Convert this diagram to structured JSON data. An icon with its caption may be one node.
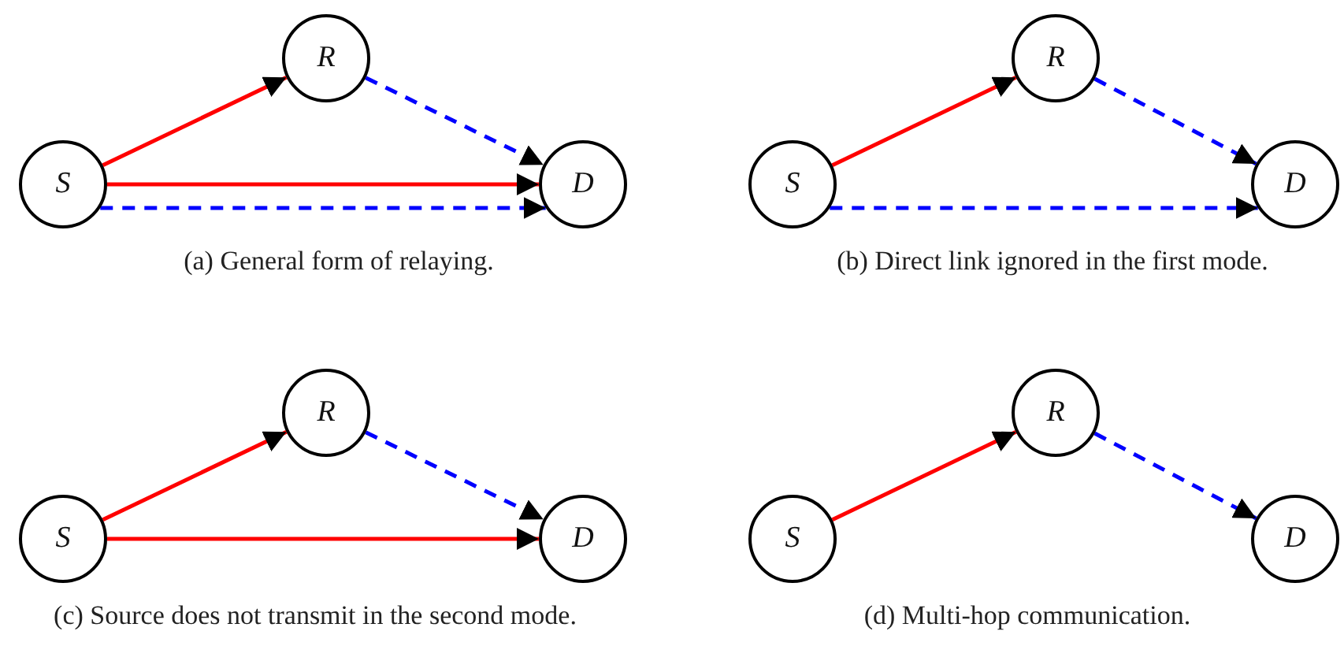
{
  "diagram": {
    "nodes": [
      {
        "text": [
          "S"
        ]
      },
      {
        "text": [
          "R"
        ]
      },
      {
        "text": [
          "D"
        ]
      },
      {
        "text": [
          "S"
        ]
      },
      {
        "text": [
          "R"
        ]
      },
      {
        "text": [
          "D"
        ]
      },
      {
        "text": [
          "S"
        ]
      },
      {
        "text": [
          "R"
        ]
      },
      {
        "text": [
          "D"
        ]
      },
      {
        "text": [
          "S"
        ]
      },
      {
        "text": [
          "R"
        ]
      },
      {
        "text": [
          "D"
        ]
      }
    ],
    "edges": [
      {
        "from": 0,
        "to": 1,
        "arrow": "to",
        "color": "#ff0000"
      },
      {
        "from": 0,
        "to": 2,
        "arrow": "to",
        "color": "#ff0000"
      },
      {
        "from": 0,
        "to": 2,
        "arrow": "to",
        "style": "dashed",
        "color": "#0000ff"
      },
      {
        "from": 1,
        "to": 2,
        "arrow": "to",
        "style": "dashed",
        "color": "#0000ff"
      },
      {
        "from": 3,
        "to": 4,
        "arrow": "to",
        "color": "#ff0000"
      },
      {
        "from": 3,
        "to": 5,
        "arrow": "to",
        "style": "dashed",
        "color": "#0000ff"
      },
      {
        "from": 4,
        "to": 5,
        "arrow": "to",
        "style": "dashed",
        "color": "#0000ff"
      },
      {
        "from": 6,
        "to": 7,
        "arrow": "to",
        "color": "#ff0000"
      },
      {
        "from": 6,
        "to": 8,
        "arrow": "to",
        "color": "#ff0000"
      },
      {
        "from": 7,
        "to": 8,
        "arrow": "to",
        "style": "dashed",
        "color": "#0000ff"
      },
      {
        "from": 9,
        "to": 10,
        "arrow": "to",
        "color": "#ff0000"
      },
      {
        "from": 10,
        "to": 11,
        "arrow": "to",
        "style": "dashed",
        "color": "#0000ff"
      }
    ],
    "labels": [
      "(a) General form of relaying.",
      "(b) Direct link ignored in the first mode.",
      "(c) Source does not transmit in the second mode.",
      "(d) Multi-hop communication."
    ]
  }
}
